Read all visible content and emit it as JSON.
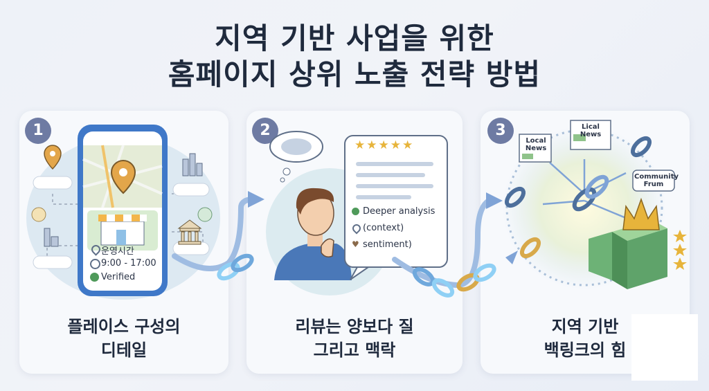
{
  "title": {
    "line1": "지역 기반 사업을 위한",
    "line2": "홈페이지 상위 노출 전략 방법"
  },
  "cards": [
    {
      "number": "1",
      "caption_line1": "플레이스 구성의",
      "caption_line2": "디테일",
      "phone": {
        "hours_label": "운영시간",
        "hours_value": "9:00 - 17:00",
        "verified": "Verified"
      }
    },
    {
      "number": "2",
      "caption_line1": "리뷰는 양보다 질",
      "caption_line2": "그리고 맥락",
      "review": {
        "stars": "★★★★★",
        "point1": "Deeper analysis",
        "point2": "(context)",
        "point3": "sentiment)"
      }
    },
    {
      "number": "3",
      "caption_line1": "지역 기반",
      "caption_line2": "백링크의 힘",
      "sources": {
        "local_news_1": "Local News",
        "local_news_2": "Lical News",
        "community": "Community Frum"
      }
    }
  ],
  "colors": {
    "badge": "#6e7ba3",
    "link_glow": "#8fd0f5",
    "arrow": "#7fa3d6",
    "crown": "#e7b43b",
    "cube": "#5fa36a"
  }
}
